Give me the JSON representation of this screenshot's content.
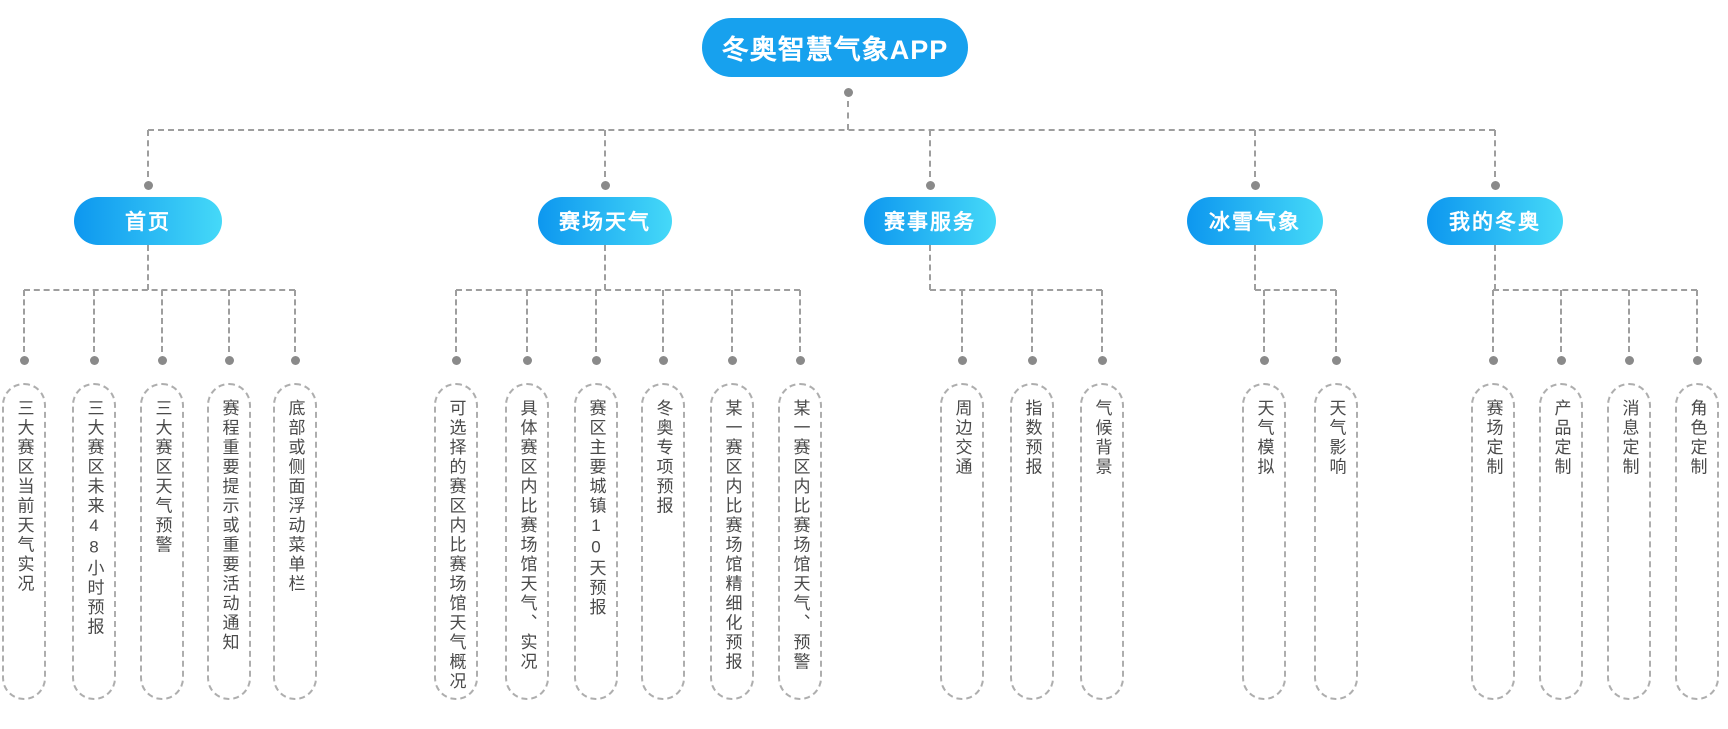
{
  "root": {
    "label": "冬奥智慧气象APP"
  },
  "branches": [
    {
      "label": "首页",
      "leaves": [
        "三大赛区当前天气实况",
        "三大赛区未来48小时预报",
        "三大赛区天气预警",
        "赛程重要提示或重要活动通知",
        "底部或侧面浮动菜单栏"
      ]
    },
    {
      "label": "赛场天气",
      "leaves": [
        "可选择的赛区内比赛场馆天气概况",
        "具体赛区内比赛场馆天气、实况",
        "赛区主要城镇10天预报",
        "冬奥专项预报",
        "某一赛区内比赛场馆精细化预报",
        "某一赛区内比赛场馆天气、预警"
      ]
    },
    {
      "label": "赛事服务",
      "leaves": [
        "周边交通",
        "指数预报",
        "气候背景"
      ]
    },
    {
      "label": "冰雪气象",
      "leaves": [
        "天气模拟",
        "天气影响"
      ]
    },
    {
      "label": "我的冬奥",
      "leaves": [
        "赛场定制",
        "产品定制",
        "消息定制",
        "角色定制"
      ]
    }
  ],
  "colors": {
    "root_fill": "#17a1ee",
    "branch_gradient_start": "#0d97ef",
    "branch_gradient_end": "#45d9f8",
    "connector": "#9e9e9e",
    "dot": "#8a8a8a",
    "leaf_border": "#aeaeae",
    "leaf_text": "#4a4a4a",
    "node_text": "#ffffff"
  }
}
